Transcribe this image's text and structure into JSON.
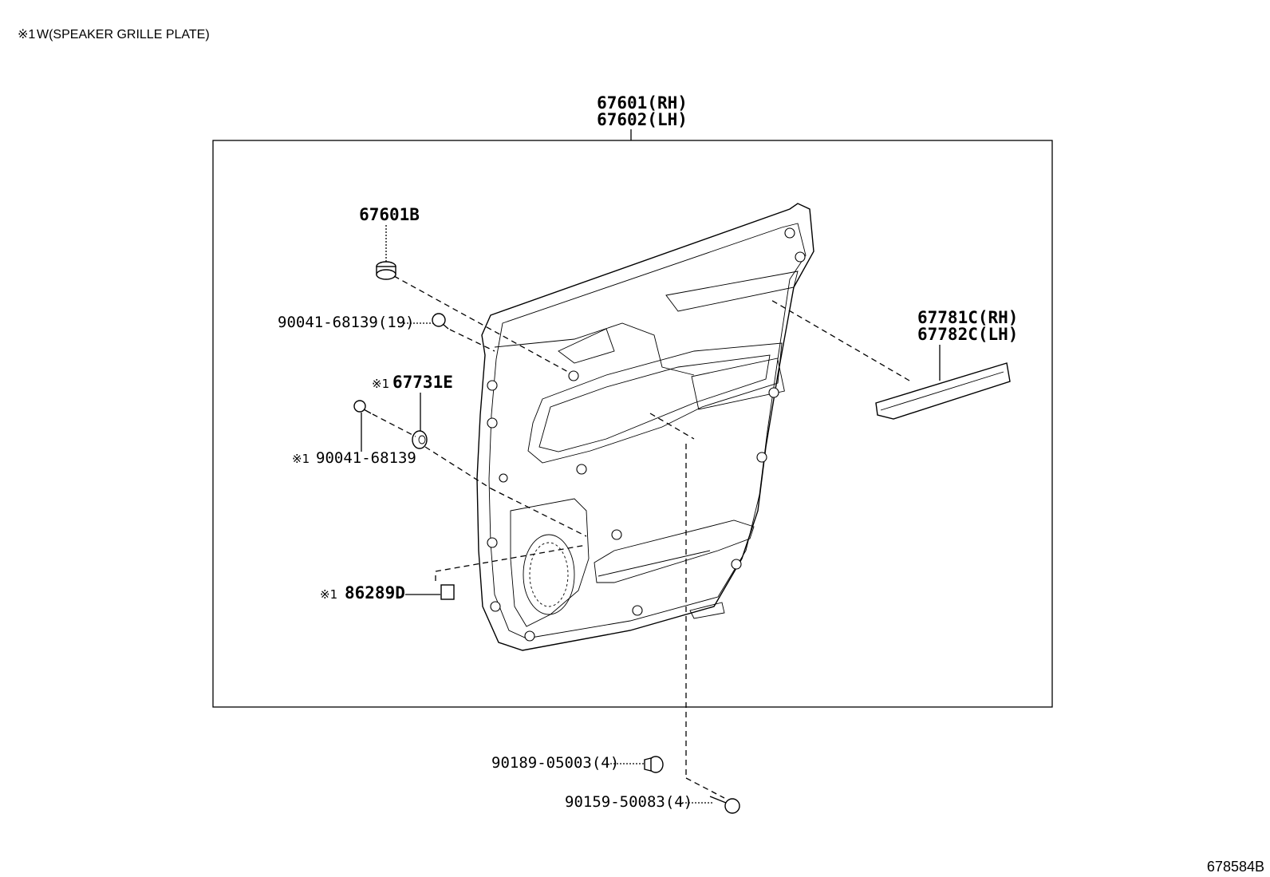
{
  "note": {
    "mark": "※1",
    "text": "W(SPEAKER GRILLE PLATE)"
  },
  "parts": {
    "door_trim_rh": "67601(RH)",
    "door_trim_lh": "67602(LH)",
    "cover_b": "67601B",
    "screw_main": "90041-68139(19)",
    "grommet_mark": "※1",
    "grommet": "67731E",
    "screw_alt_mark": "※1",
    "screw_alt": "90041-68139",
    "grille_mark": "※1",
    "grille": "86289D",
    "garnish_rh": "67781C(RH)",
    "garnish_lh": "67782C(LH)",
    "clip": "90189-05003(4)",
    "bolt": "90159-50083(4)"
  },
  "diagram_ref": "678584B"
}
